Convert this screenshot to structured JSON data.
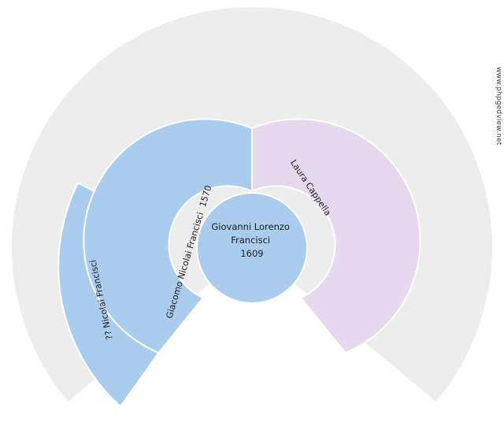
{
  "chart_data": {
    "type": "pie",
    "title": "",
    "subtitle": "",
    "xlabel": "",
    "ylabel": "",
    "legend_position": "none",
    "grid": false,
    "description": "Genealogical fan chart (ancestor sunburst) centered on Giovanni Lorenzo Francisci, 3 generations shown, drawn over a 260 degree fan with a wedge removed at the bottom.",
    "center": {
      "cx": 320,
      "cy": 315
    },
    "rings": [
      {
        "generation": 1,
        "inner_radius": 0,
        "outer_radius": 70
      },
      {
        "generation": 2,
        "inner_radius": 72,
        "outer_radius": 152
      },
      {
        "generation": 3,
        "inner_radius": 154,
        "outer_radius": 240
      },
      {
        "generation": 4,
        "inner_radius": 154,
        "outer_radius": 305
      }
    ],
    "fan_start_angle": -220,
    "fan_end_angle": 40,
    "categories": [
      "Giovanni Lorenzo Francisci",
      "Giacomo Nicolai Francisci",
      "Laura Cappella",
      "?? Nicolai Francisci"
    ],
    "values": [
      360,
      130,
      130,
      65
    ],
    "series": [
      {
        "name": "generation 1",
        "values": [
          360
        ]
      },
      {
        "name": "generation 2",
        "values": [
          130,
          130
        ]
      },
      {
        "name": "generation 3",
        "values": [
          65,
          65,
          65,
          65
        ]
      }
    ]
  },
  "colors": {
    "male": "#aacdee",
    "female": "#e8d8ee",
    "empty": "#ededed",
    "background": "#ffffff",
    "stroke": "#ffffff",
    "text": "#1a1a1a"
  },
  "people": {
    "center": {
      "name_line1": "Giovanni Lorenzo",
      "name_line2": "Francisci",
      "year": "1609",
      "sex": "male",
      "generation": 1
    },
    "ring2": [
      {
        "label": "Giacomo Nicolai Francisci",
        "year": "1570",
        "sex": "male",
        "generation": 2,
        "position": "father"
      },
      {
        "label": "Laura Cappella",
        "year": "",
        "sex": "female",
        "generation": 2,
        "position": "mother"
      }
    ],
    "ring3": [
      {
        "label": "?? Nicolai Francisci",
        "year": "",
        "sex": "male",
        "generation": 3,
        "position": "paternal-grandfather"
      }
    ]
  },
  "watermark": {
    "text": "www.phpgedview.net"
  }
}
